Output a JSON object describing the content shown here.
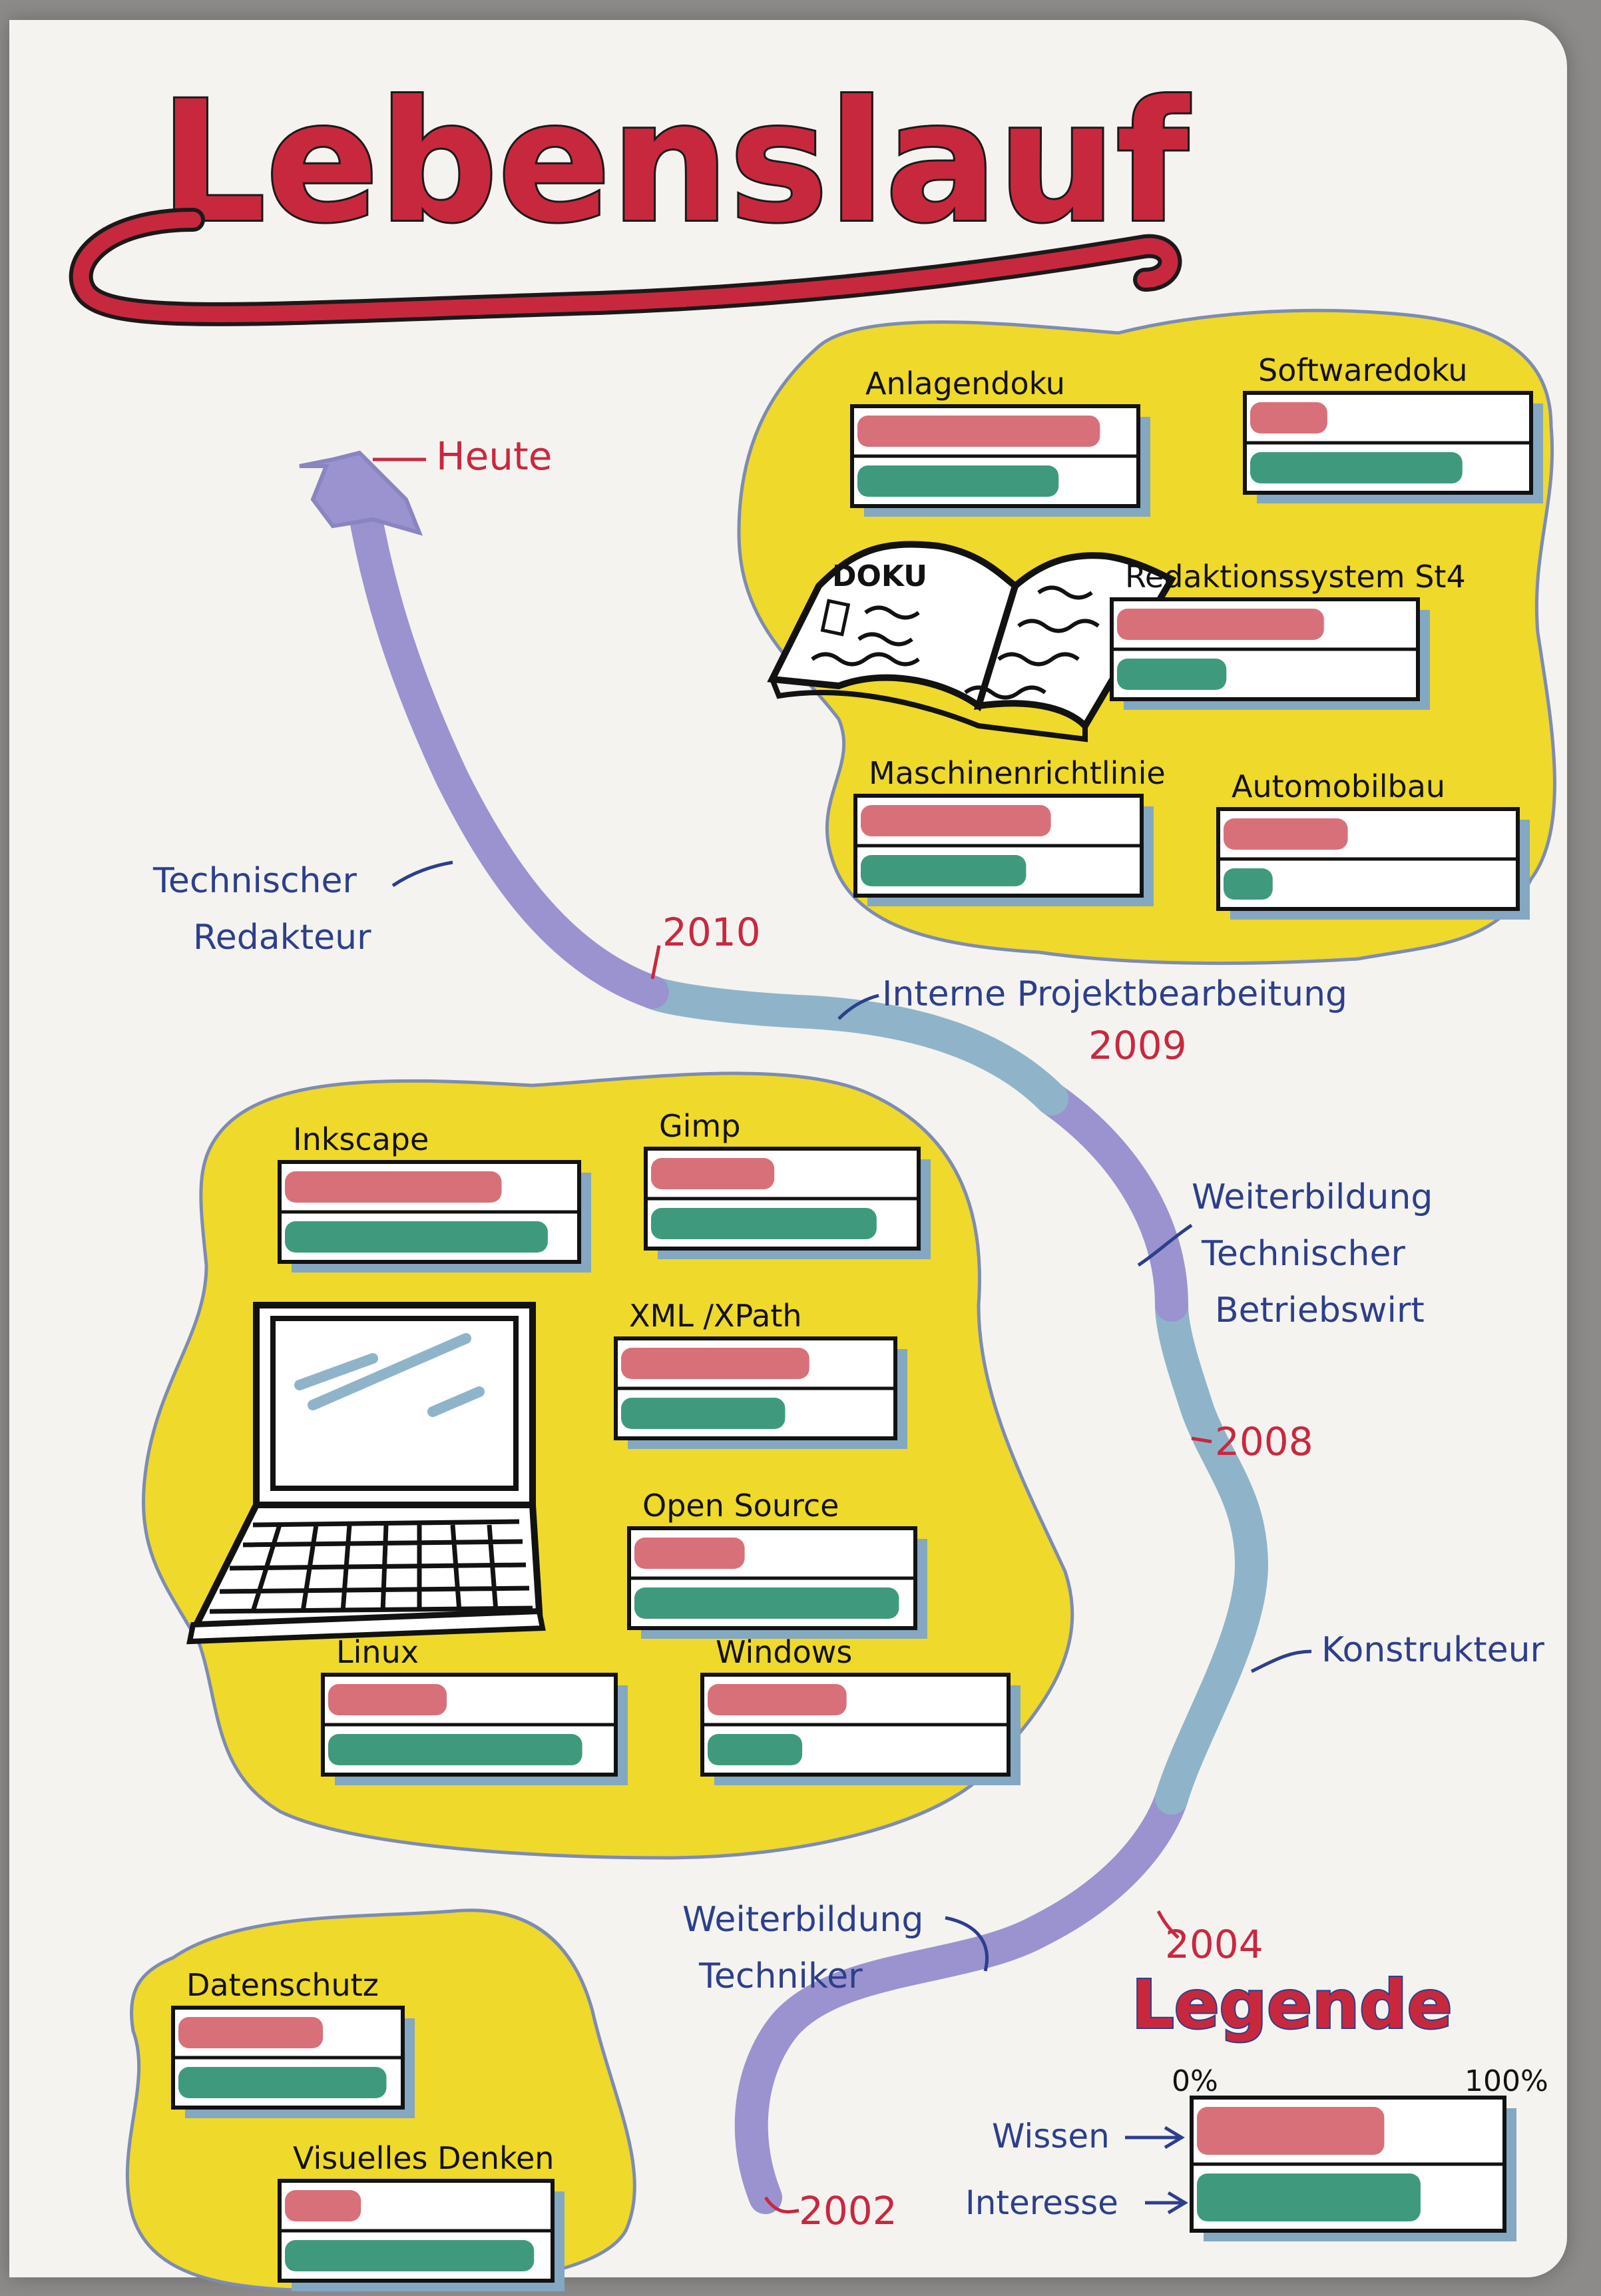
{
  "title": "Lebenslauf",
  "timeline": {
    "heute": "Heute",
    "years": [
      "2002",
      "2004",
      "2008",
      "2009",
      "2010"
    ],
    "stages": [
      {
        "lines": [
          "Weiterbildung",
          "Techniker"
        ]
      },
      {
        "lines": [
          "Konstrukteur"
        ]
      },
      {
        "lines": [
          "Weiterbildung",
          "Technischer",
          "Betriebswirt"
        ]
      },
      {
        "lines": [
          "Interne Projektbearbeitung"
        ]
      },
      {
        "lines": [
          "Technischer",
          "Redakteur"
        ]
      }
    ]
  },
  "groups": {
    "doku": {
      "skills": [
        {
          "name": "Anlagendoku",
          "wissen": 0.88,
          "interesse": 0.73
        },
        {
          "name": "Softwaredoku",
          "wissen": 0.28,
          "interesse": 0.77
        },
        {
          "name": "Redaktionssystem St4",
          "wissen": 0.7,
          "interesse": 0.37
        },
        {
          "name": "Maschinenrichtlinie",
          "wissen": 0.69,
          "interesse": 0.6
        },
        {
          "name": "Automobilbau",
          "wissen": 0.43,
          "interesse": 0.17
        }
      ]
    },
    "software": {
      "skills": [
        {
          "name": "Inkscape",
          "wissen": 0.75,
          "interesse": 0.91
        },
        {
          "name": "Gimp",
          "wissen": 0.47,
          "interesse": 0.86
        },
        {
          "name": "XML /XPath",
          "wissen": 0.7,
          "interesse": 0.61
        },
        {
          "name": "Open Source",
          "wissen": 0.4,
          "interesse": 0.96
        },
        {
          "name": "Linux",
          "wissen": 0.42,
          "interesse": 0.9
        },
        {
          "name": "Windows",
          "wissen": 0.47,
          "interesse": 0.32
        }
      ]
    },
    "soft": {
      "skills": [
        {
          "name": "Datenschutz",
          "wissen": 0.66,
          "interesse": 0.95
        },
        {
          "name": "Visuelles Denken",
          "wissen": 0.29,
          "interesse": 0.95
        }
      ]
    }
  },
  "icons": {
    "book": "book-icon",
    "laptop": "laptop-icon"
  },
  "book_label": "DOKU",
  "legend": {
    "title": "Legende",
    "min": "0%",
    "max": "100%",
    "wissen_label": "Wissen",
    "interesse_label": "Interesse",
    "wissen": 0.62,
    "interesse": 0.74
  },
  "colors": {
    "wissen": "#d8707a",
    "interesse": "#3f9a7d",
    "blob": "#efd92a",
    "title": "#c8283e",
    "path_purple": "#9a93cf",
    "path_blue": "#8fb4c9"
  }
}
